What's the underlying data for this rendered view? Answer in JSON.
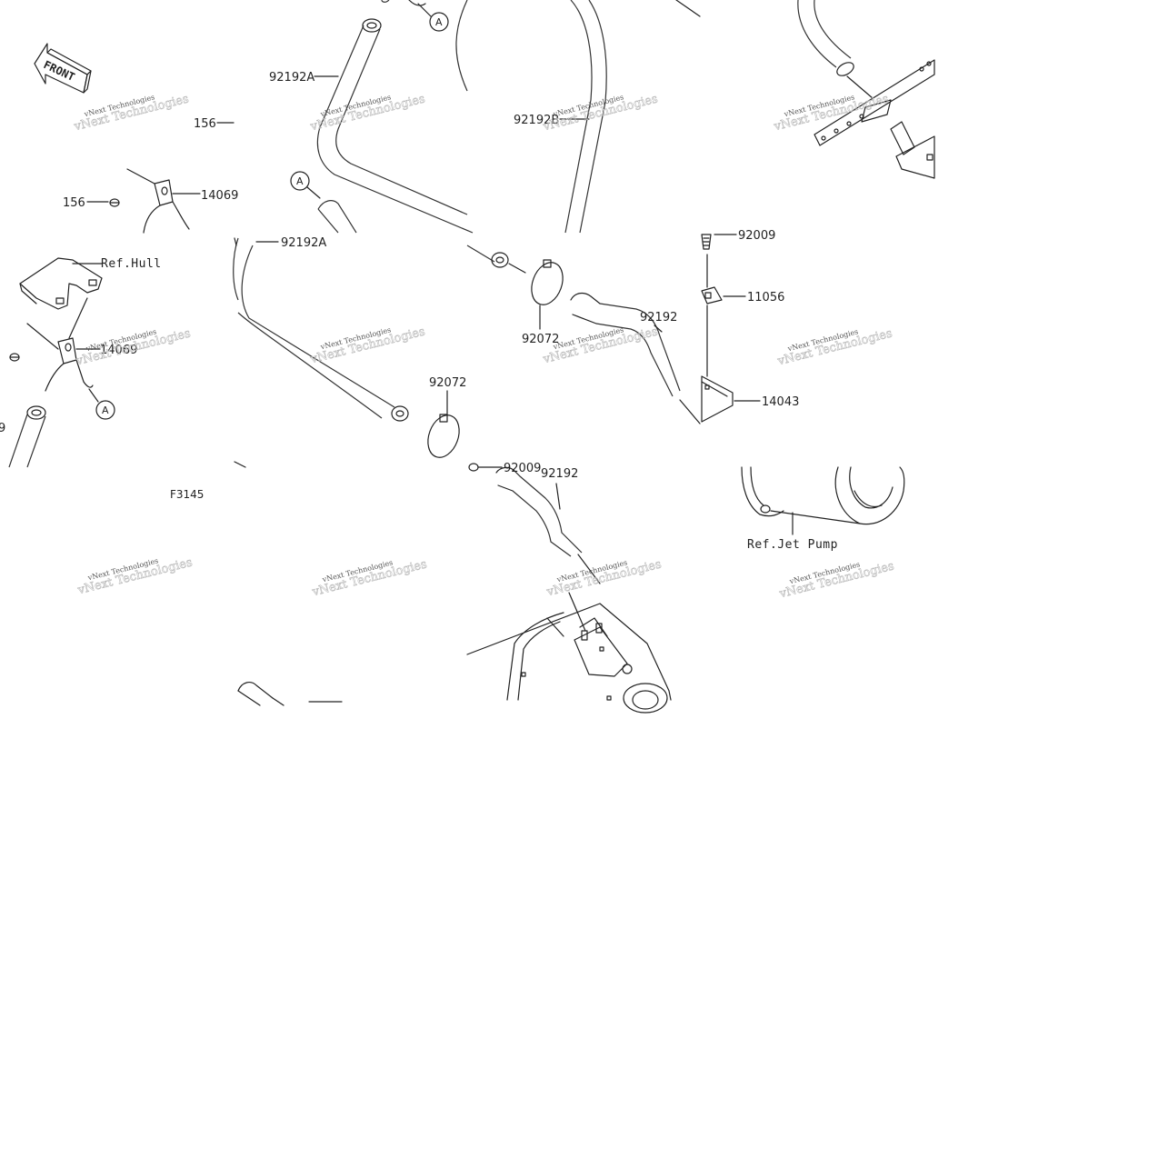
{
  "front_marker": "FRONT",
  "figure_code": "F3145",
  "watermark": {
    "small": "vNext Technologies",
    "large": "vNext Technologies"
  },
  "circle_marker": "A",
  "callouts": {
    "c92192A_top": "92192A",
    "c92192A_mid": "92192A",
    "c92192B": "92192B",
    "c156_a": "156",
    "c156_b": "156",
    "c14069_a": "14069",
    "c14069_b": "14069",
    "c9_left": "9",
    "c92072_a": "92072",
    "c92072_b": "92072",
    "c92192_a": "92192",
    "c92192_b": "92192",
    "c92009_a": "92009",
    "c92009_b": "92009",
    "c11056": "11056",
    "c14043": "14043"
  },
  "references": {
    "hull": "Ref.Hull",
    "jet_pump": "Ref.Jet Pump"
  }
}
